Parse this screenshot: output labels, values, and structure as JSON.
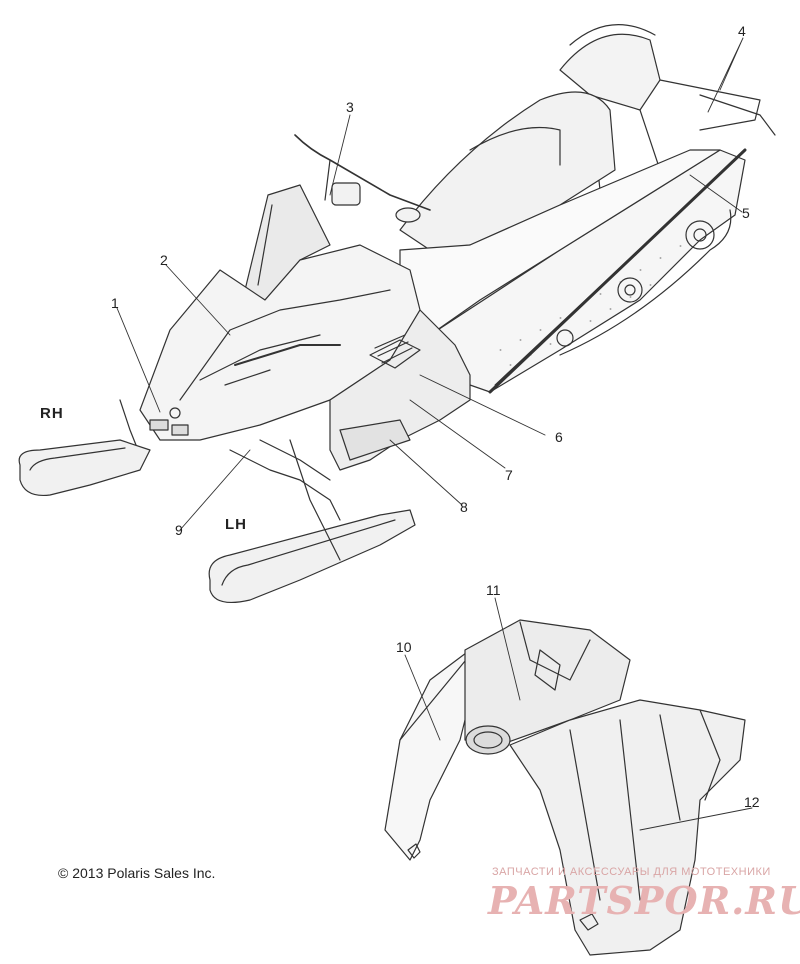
{
  "callouts": [
    {
      "id": "1",
      "label": "1"
    },
    {
      "id": "2",
      "label": "2"
    },
    {
      "id": "3",
      "label": "3"
    },
    {
      "id": "4",
      "label": "4"
    },
    {
      "id": "5",
      "label": "5"
    },
    {
      "id": "6",
      "label": "6"
    },
    {
      "id": "7",
      "label": "7"
    },
    {
      "id": "8",
      "label": "8"
    },
    {
      "id": "9",
      "label": "9"
    },
    {
      "id": "10",
      "label": "10"
    },
    {
      "id": "11",
      "label": "11"
    },
    {
      "id": "12",
      "label": "12"
    }
  ],
  "side_labels": {
    "right": "RH",
    "left": "LH"
  },
  "copyright": "© 2013 Polaris Sales Inc.",
  "watermark": {
    "subtitle": "ЗАПЧАСТИ И АКСЕССУАРЫ ДЛЯ МОТОТЕХНИКИ",
    "brand": "PARTSPOR.RU"
  },
  "colors": {
    "line": "#333333",
    "background": "#ffffff",
    "watermark": "#e7b2b2"
  }
}
